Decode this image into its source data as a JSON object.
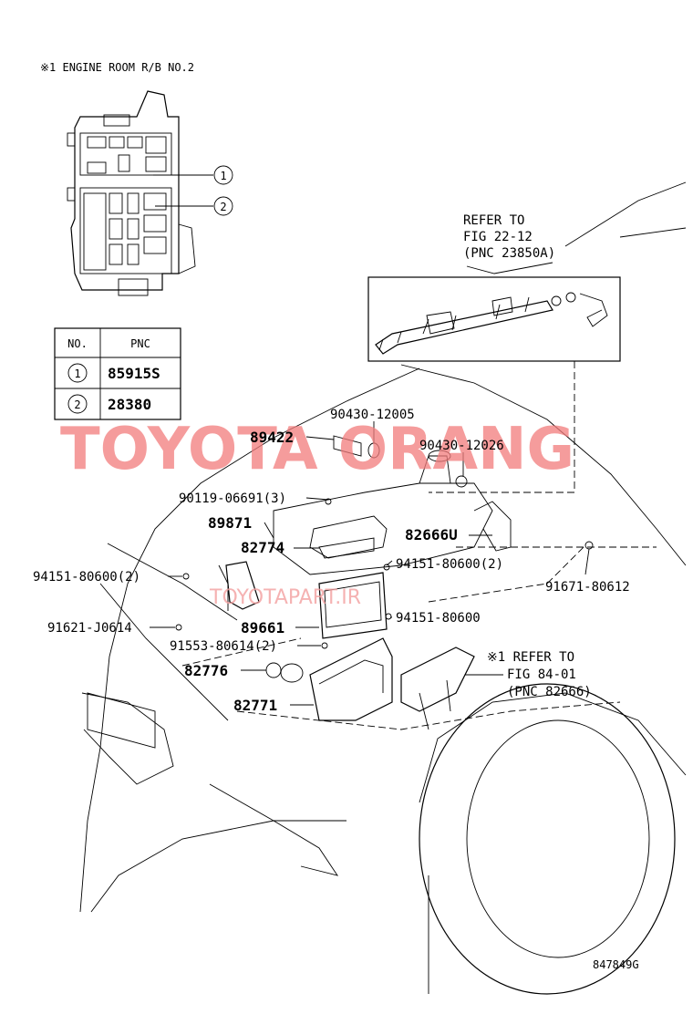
{
  "header": {
    "note": "※1 ENGINE ROOM  R/B NO.2"
  },
  "callouts": {
    "c1": "1",
    "c2": "2"
  },
  "pnc_table": {
    "col_no": "NO.",
    "col_pnc": "PNC",
    "rows": [
      {
        "no": "1",
        "pnc": "85915S"
      },
      {
        "no": "2",
        "pnc": "28380"
      }
    ]
  },
  "refer_fig22": {
    "line1": "REFER TO",
    "line2": "FIG 22-12",
    "line3": "(PNC 23850A)"
  },
  "refer_fig84": {
    "line1": "※1 REFER TO",
    "line2": "FIG 84-01",
    "line3": "(PNC 82666)"
  },
  "parts": {
    "p89422": "89422",
    "p90430_12005": "90430-12005",
    "p90430_12026": "90430-12026",
    "p90119": "90119-06691(3)",
    "p89871": "89871",
    "p82666U": "82666U",
    "p82774": "82774",
    "p94151_a": "94151-80600(2)",
    "p94151_b": "94151-80600(2)",
    "p91671": "91671-80612",
    "p91621": "91621-J0614",
    "p89661": "89661",
    "p94151_c": "94151-80600",
    "p91553": "91553-80614(2)",
    "p82776": "82776",
    "p82771": "82771"
  },
  "watermark": {
    "main": "TOYOTA ORANG",
    "url": "TOYOTAPART.IR"
  },
  "footer": {
    "code": "847849G"
  }
}
